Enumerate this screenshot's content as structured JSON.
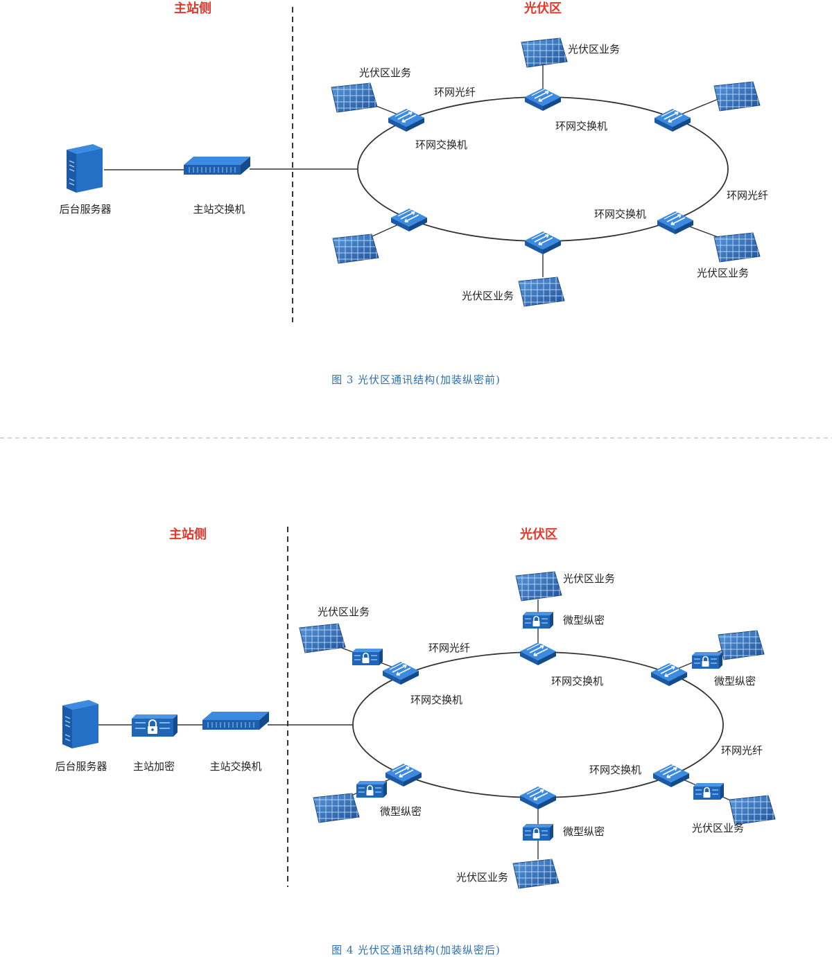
{
  "colors": {
    "header": "#e8362a",
    "caption": "#2a6fb5",
    "device": "#1f6fc0",
    "line": "#333333"
  },
  "diagram1": {
    "header_left": "主站侧",
    "header_right": "光伏区",
    "server_label": "后台服务器",
    "main_switch_label": "主站交换机",
    "pv_labels": [
      "光伏区业务",
      "光伏区业务",
      "光伏区业务",
      "光伏区业务"
    ],
    "ring_switch_labels": [
      "环网交换机",
      "环网交换机",
      "环网交换机"
    ],
    "fiber_labels": [
      "环网光纤",
      "环网光纤"
    ],
    "caption": "图 3  光伏区通讯结构(加装纵密前)"
  },
  "diagram2": {
    "header_left": "主站侧",
    "header_right": "光伏区",
    "server_label": "后台服务器",
    "encrypt_label": "主站加密",
    "main_switch_label": "主站交换机",
    "pv_labels": [
      "光伏区业务",
      "光伏区业务",
      "光伏区业务",
      "光伏区业务"
    ],
    "micro_labels": [
      "微型纵密",
      "微型纵密",
      "微型纵密",
      "微型纵密"
    ],
    "ring_switch_labels": [
      "环网交换机",
      "环网交换机",
      "环网交换机"
    ],
    "fiber_labels": [
      "环网光纤",
      "环网光纤"
    ],
    "caption": "图 4  光伏区通讯结构(加装纵密后)"
  }
}
